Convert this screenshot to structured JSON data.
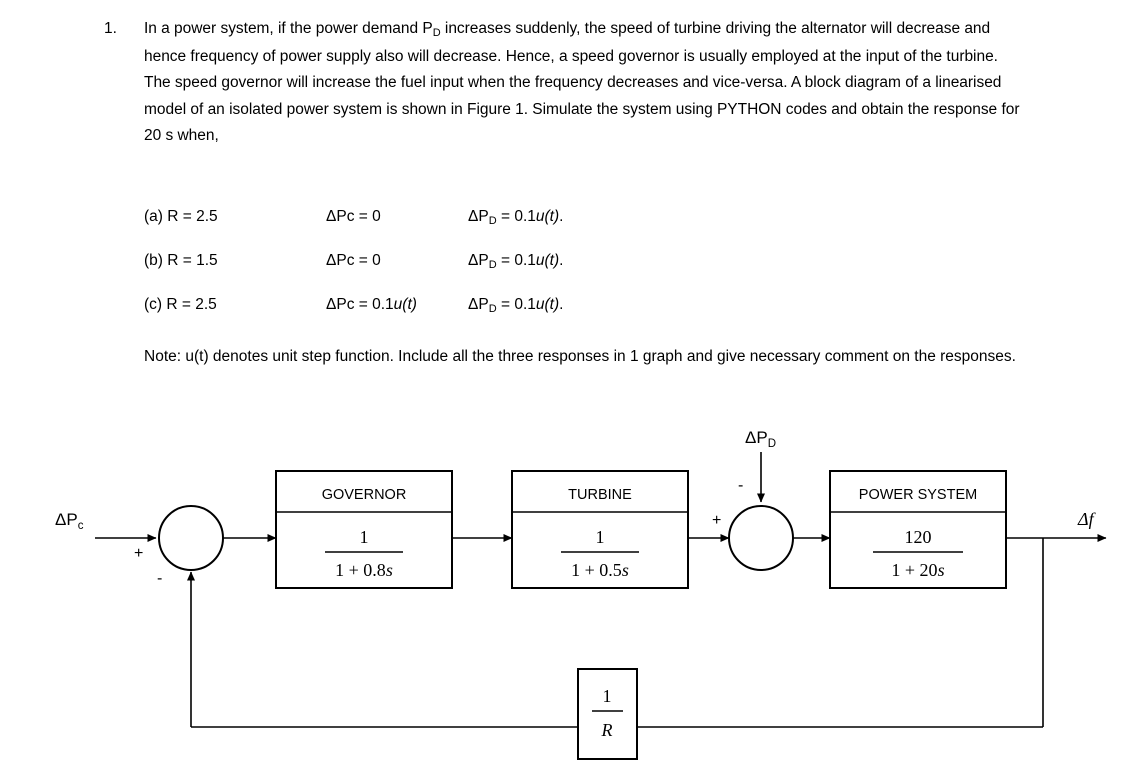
{
  "question": {
    "number": "1.",
    "paragraph_parts": {
      "p1": "In a power system, if the power demand P",
      "p1_sub": "D",
      "p2": " increases suddenly, the speed of turbine driving the alternator will decrease and hence frequency of power supply also will decrease. Hence, a speed governor is usually employed at the input of the turbine. The speed governor will increase the fuel input when the frequency decreases and vice-versa. A block diagram of a linearised model of an isolated power system is shown in Figure 1. Simulate the system using PYTHON codes and obtain the response for 20 s when,"
    },
    "cases": [
      {
        "label": "(a) R = 2.5",
        "pc": "ΔPc = 0",
        "pd_prefix": "ΔP",
        "pd_sub": "D",
        "pd_suffix": " = 0.1",
        "pd_italic": "u(t)",
        "pd_end": "."
      },
      {
        "label": "(b) R = 1.5",
        "pc": "ΔPc = 0",
        "pd_prefix": "ΔP",
        "pd_sub": "D",
        "pd_suffix": " = 0.1",
        "pd_italic": "u(t)",
        "pd_end": "."
      },
      {
        "label": "(c) R = 2.5",
        "pc_prefix": "ΔPc = 0.1",
        "pc_italic": "u(t)",
        "pd_prefix": "ΔP",
        "pd_sub": "D",
        "pd_suffix": " = 0.1",
        "pd_italic": "u(t)",
        "pd_end": "."
      }
    ],
    "note": "Note: u(t) denotes unit step function. Include all the three responses in 1 graph and give necessary comment on the responses."
  },
  "diagram": {
    "input_label": {
      "delta": "ΔP",
      "sub": "c"
    },
    "disturbance_label": {
      "delta": "ΔP",
      "sub": "D"
    },
    "output_label": "Δf",
    "summer1": {
      "plus": "+",
      "minus": "-"
    },
    "summer2": {
      "plus": "+",
      "minus": "-"
    },
    "blocks": [
      {
        "title": "GOVERNOR",
        "numerator": "1",
        "denom_a": "1 + 0.8",
        "denom_s": "s"
      },
      {
        "title": "TURBINE",
        "numerator": "1",
        "denom_a": "1 + 0.5",
        "denom_s": "s"
      },
      {
        "title": "POWER SYSTEM",
        "numerator": "120",
        "denom_a": "1 + 20",
        "denom_s": "s"
      }
    ],
    "feedback_block": {
      "numerator": "1",
      "denominator": "R"
    },
    "line_color": "#000000"
  }
}
